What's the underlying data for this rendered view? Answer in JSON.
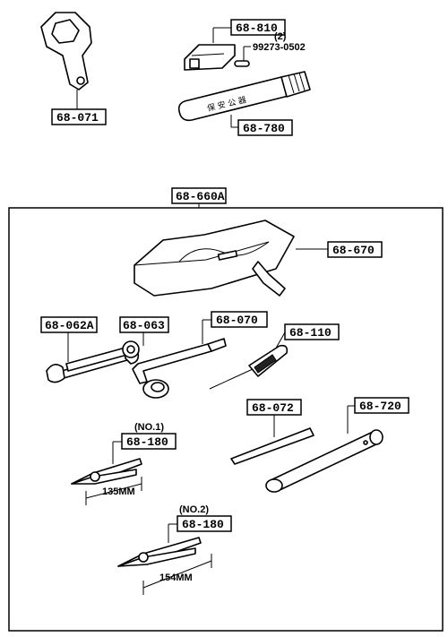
{
  "labels": {
    "p68_071": "68-071",
    "p68_810": "68-810",
    "p99273": "99273-0502",
    "qty2": "(2)",
    "p68_780": "68-780",
    "p68_660A": "68-660A",
    "p68_670": "68-670",
    "p68_062A": "68-062A",
    "p68_063": "68-063",
    "p68_070": "68-070",
    "p68_110": "68-110",
    "no1": "(NO.1)",
    "p68_180a": "68-180",
    "dim135": "135MM",
    "p68_072": "68-072",
    "p68_720": "68-720",
    "no2": "(NO.2)",
    "p68_180b": "68-180",
    "dim154": "154MM"
  }
}
